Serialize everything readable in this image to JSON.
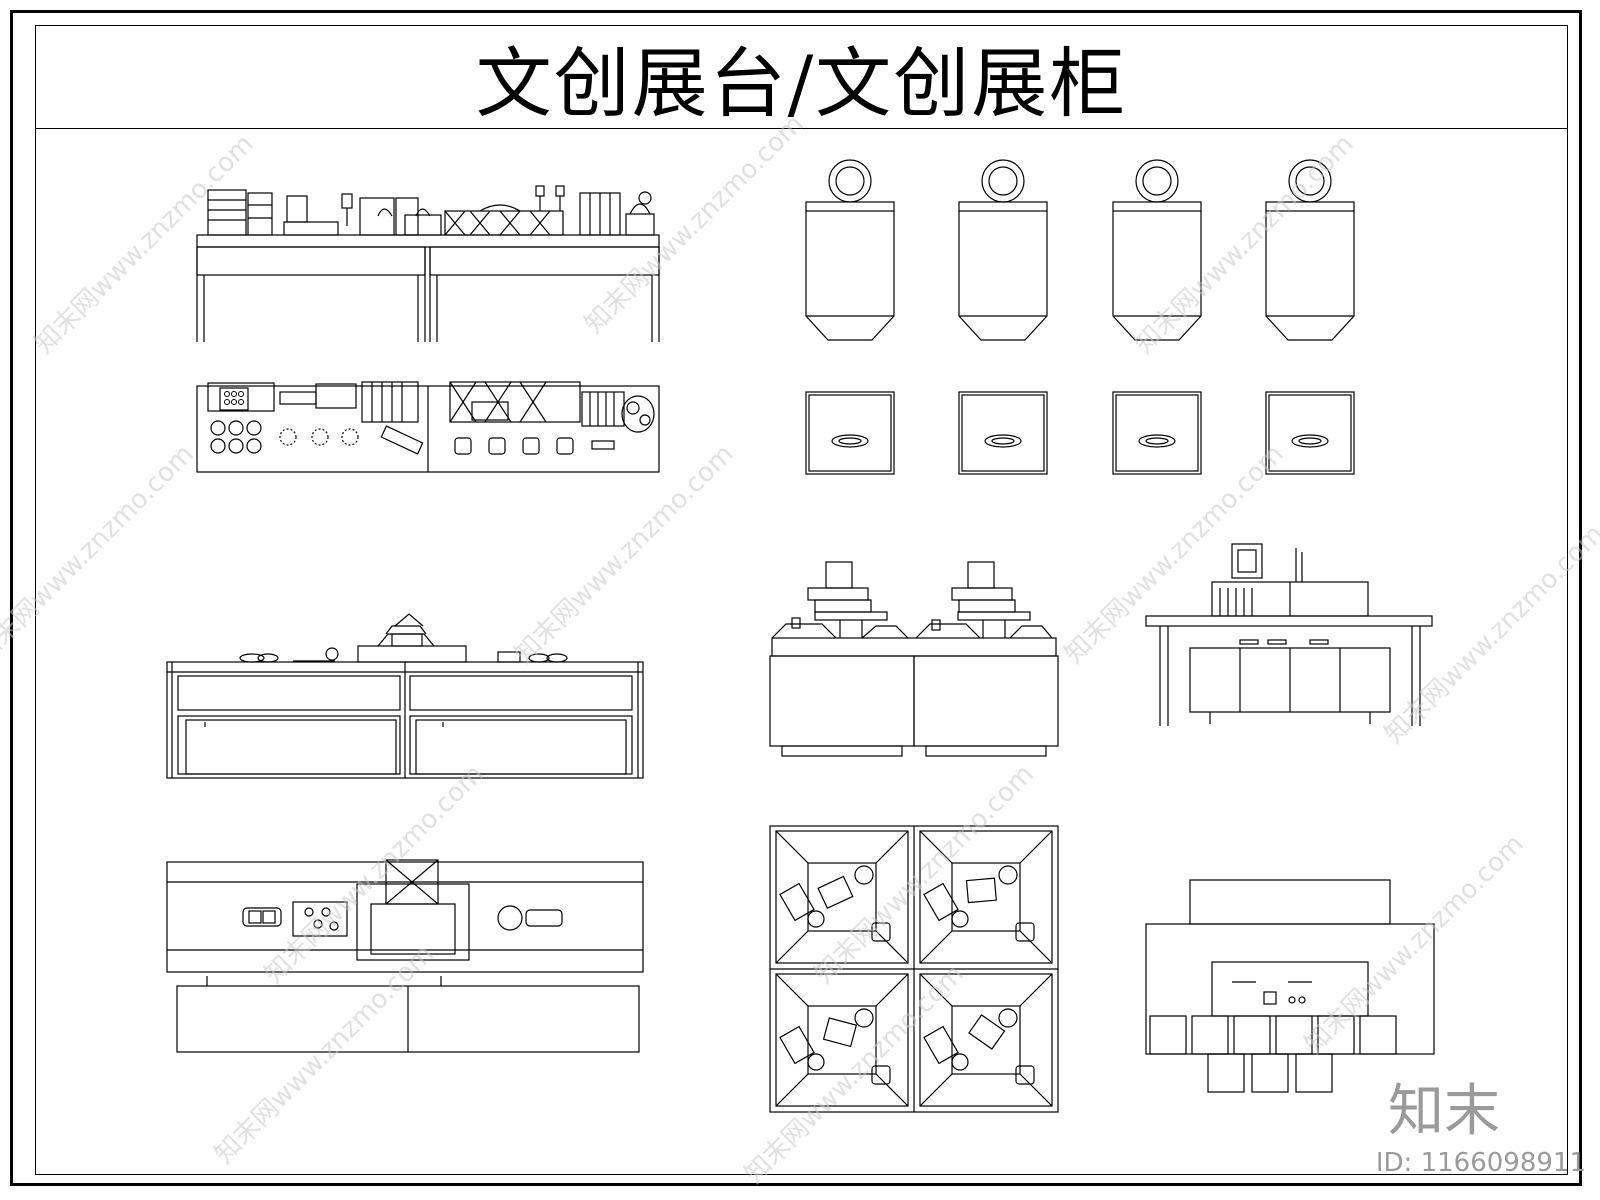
{
  "title": "文创展台/文创展柜",
  "watermark_text": "知末网www.znzmo.com",
  "brand_mark": "知末",
  "image_id": "ID: 1166098911",
  "colors": {
    "line": "#000000",
    "watermark": "#c8c8c8",
    "brand": "#9a9a9a"
  }
}
